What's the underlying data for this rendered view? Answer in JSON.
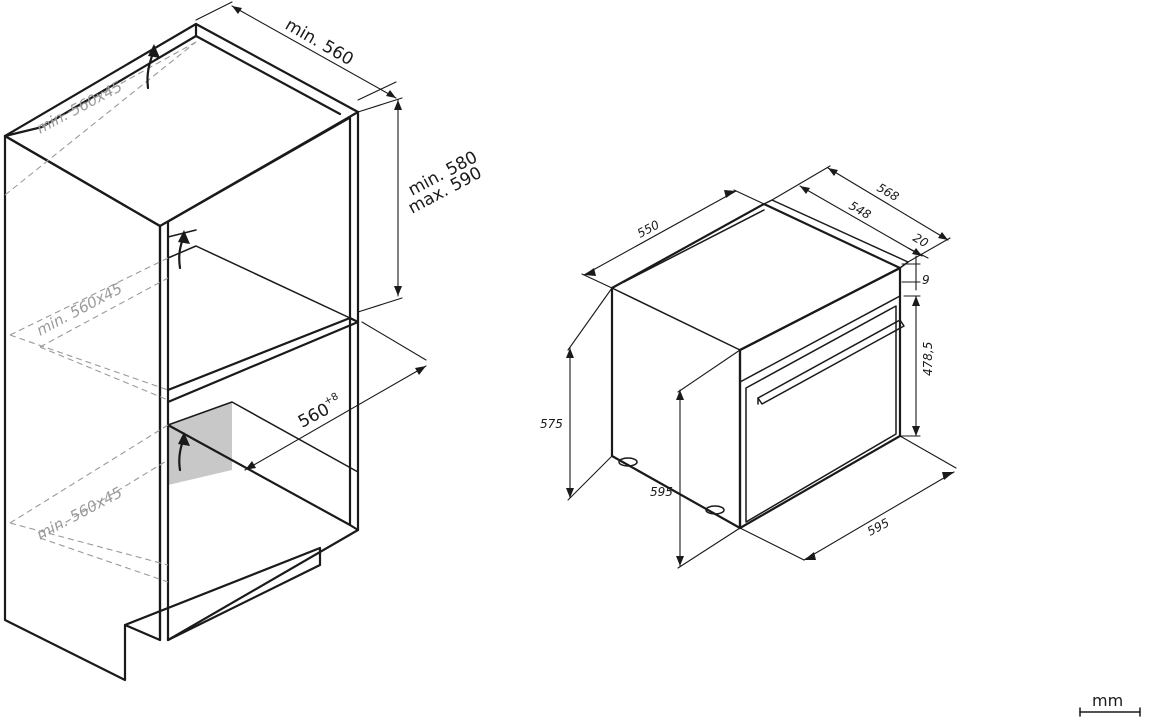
{
  "niche": {
    "width_label": "min. 560",
    "height_label_1": "min. 580",
    "height_label_2": "max. 590",
    "vent_top": "min. 560x45",
    "vent_mid": "min. 560x45",
    "vent_bottom": "min. 560x45",
    "depth_value": "560",
    "depth_superscript": "+8"
  },
  "oven": {
    "top_depth": "550",
    "depth_568": "568",
    "depth_548": "548",
    "front_20": "20",
    "gap_9": "9",
    "door_height": "478,5",
    "body_height": "575",
    "total_height": "595",
    "width": "595"
  },
  "units": {
    "label": "mm"
  }
}
